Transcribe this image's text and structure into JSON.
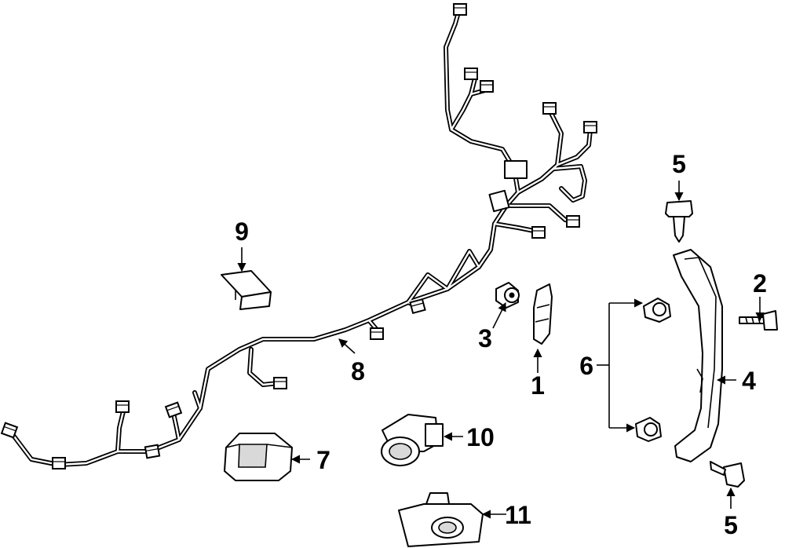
{
  "callouts": {
    "c1": "1",
    "c2": "2",
    "c3": "3",
    "c4": "4",
    "c5_top": "5",
    "c5_bottom": "5",
    "c6": "6",
    "c7": "7",
    "c8": "8",
    "c9": "9",
    "c10": "10",
    "c11": "11"
  },
  "parts": [
    {
      "ref": "1",
      "icon": "sensor-bracket-icon"
    },
    {
      "ref": "2",
      "icon": "bolt-icon"
    },
    {
      "ref": "3",
      "icon": "retainer-nut-icon"
    },
    {
      "ref": "4",
      "icon": "mounting-bracket-icon"
    },
    {
      "ref": "5",
      "icon": "push-pin-retainer-icon"
    },
    {
      "ref": "6",
      "icon": "retainer-nut-icon"
    },
    {
      "ref": "7",
      "icon": "control-module-icon"
    },
    {
      "ref": "8",
      "icon": "wiring-harness-icon"
    },
    {
      "ref": "9",
      "icon": "clip-bracket-icon"
    },
    {
      "ref": "10",
      "icon": "park-sensor-icon"
    },
    {
      "ref": "11",
      "icon": "sensor-housing-icon"
    }
  ]
}
